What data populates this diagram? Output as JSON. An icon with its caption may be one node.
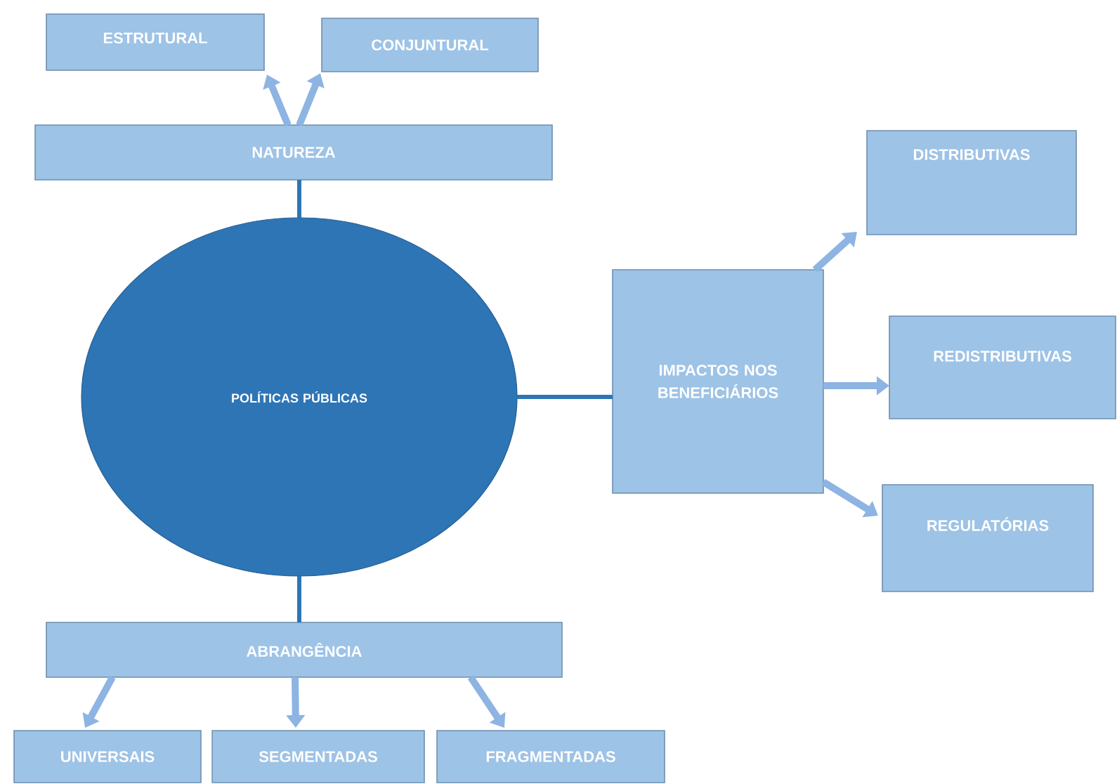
{
  "diagram": {
    "nodes": [
      {
        "text": [
          "POLÍTICAS PÚBLICAS"
        ]
      },
      {
        "text": [
          "NATUREZA"
        ]
      },
      {
        "text": [
          "ESTRUTURAL"
        ]
      },
      {
        "text": [
          "CONJUNTURAL"
        ]
      },
      {
        "text": [
          "IMPACTOS NOS BENEFICIÁRIOS"
        ]
      },
      {
        "text": [
          "DISTRIBUTIVAS"
        ]
      },
      {
        "text": [
          "REDISTRIBUTIVAS"
        ]
      },
      {
        "text": [
          "REGULATÓRIAS"
        ]
      },
      {
        "text": [
          "ABRANGÊNCIA"
        ]
      },
      {
        "text": [
          "UNIVERSAIS"
        ]
      },
      {
        "text": [
          "SEGMENTADAS"
        ]
      },
      {
        "text": [
          "FRAGMENTADAS"
        ]
      }
    ],
    "edges": [
      {
        "from": 0,
        "to": 1,
        "arrow": "none",
        "color": "#2e75b6"
      },
      {
        "from": 1,
        "to": 2,
        "arrow": "to"
      },
      {
        "from": 1,
        "to": 3,
        "arrow": "to"
      },
      {
        "from": 0,
        "to": 4,
        "arrow": "none",
        "color": "#2e75b6"
      },
      {
        "from": 4,
        "to": 5,
        "arrow": "to"
      },
      {
        "from": 4,
        "to": 6,
        "arrow": "to"
      },
      {
        "from": 4,
        "to": 7,
        "arrow": "to"
      },
      {
        "from": 0,
        "to": 8,
        "arrow": "none",
        "color": "#2e75b6"
      },
      {
        "from": 8,
        "to": 9,
        "arrow": "to"
      },
      {
        "from": 8,
        "to": 10,
        "arrow": "to"
      },
      {
        "from": 8,
        "to": 11,
        "arrow": "to"
      }
    ]
  }
}
